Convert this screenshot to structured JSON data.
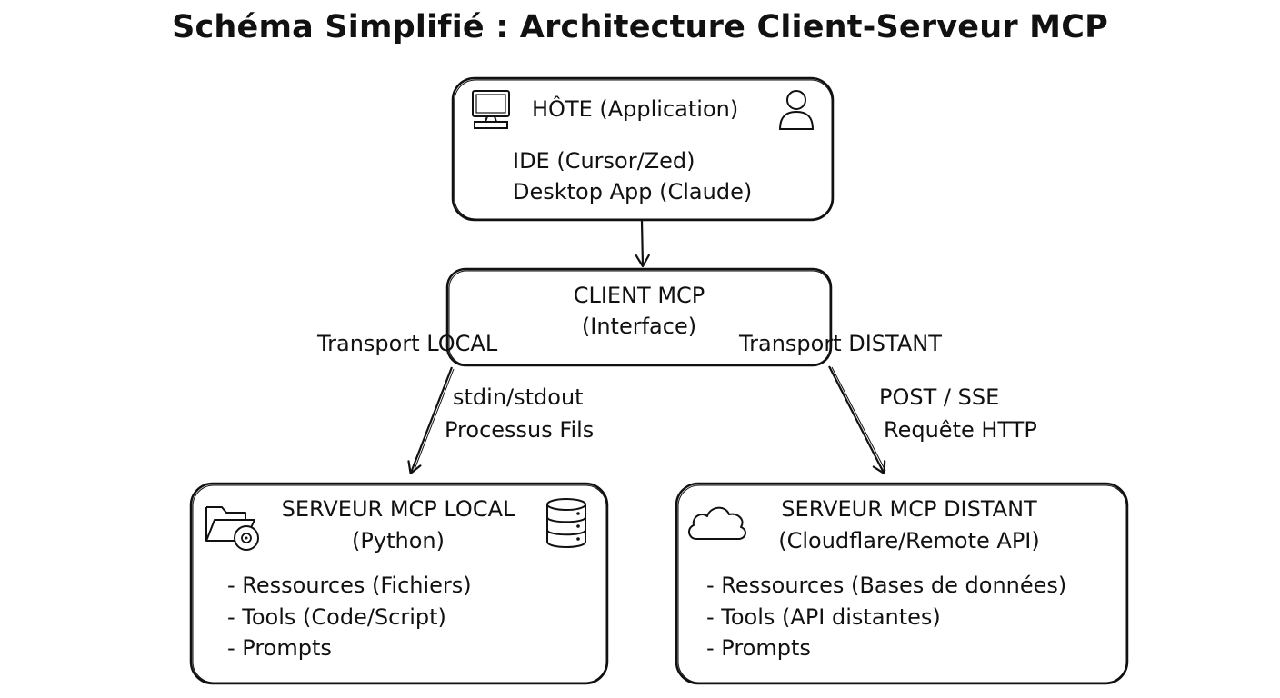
{
  "title": "Schéma Simplifié : Architecture Client-Serveur MCP",
  "host": {
    "title": "HÔTE (Application)",
    "lines": [
      "IDE (Cursor/Zed)",
      "Desktop App (Claude)"
    ],
    "icons": [
      "computer-icon",
      "user-icon"
    ]
  },
  "client": {
    "title_line1": "CLIENT MCP",
    "title_line2": "(Interface)"
  },
  "transport_local": {
    "label": "Transport LOCAL",
    "details": [
      "stdin/stdout",
      "Processus Fils"
    ]
  },
  "transport_remote": {
    "label": "Transport DISTANT",
    "details": [
      "POST / SSE",
      "Requête HTTP"
    ]
  },
  "local_server": {
    "title_line1": "SERVEUR MCP LOCAL",
    "title_line2": "(Python)",
    "items": [
      "- Ressources (Fichiers)",
      "- Tools (Code/Script)",
      "- Prompts"
    ],
    "icons": [
      "folder-icon",
      "database-icon"
    ]
  },
  "remote_server": {
    "title_line1": "SERVEUR MCP DISTANT",
    "title_line2": "(Cloudflare/Remote API)",
    "items": [
      "- Ressources (Bases de données)",
      "- Tools (API distantes)",
      "- Prompts"
    ],
    "icons": [
      "cloud-icon"
    ]
  }
}
